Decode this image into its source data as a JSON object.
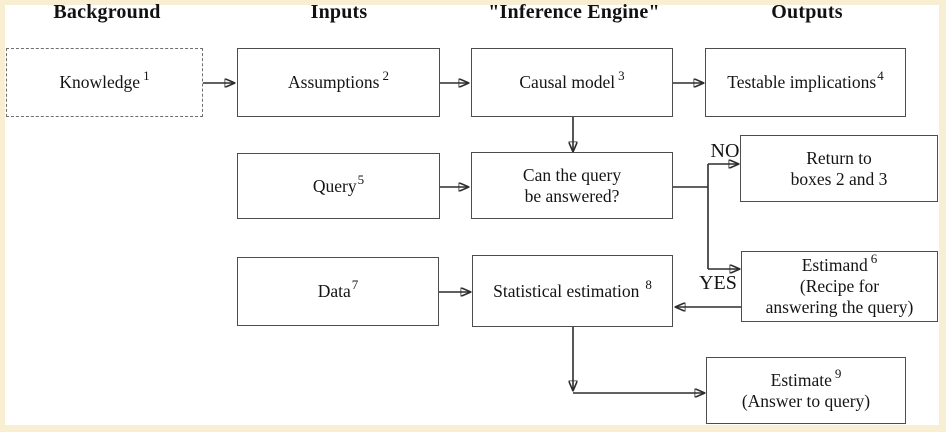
{
  "headers": {
    "background": "Background",
    "inputs": "Inputs",
    "inference_engine": "\"Inference Engine\"",
    "outputs": "Outputs"
  },
  "boxes": {
    "knowledge": {
      "text": "Knowledge",
      "sup": "1"
    },
    "assumptions": {
      "text": "Assumptions",
      "sup": "2"
    },
    "causal_model": {
      "text": "Causal model",
      "sup": "3"
    },
    "testable": {
      "text": "Testable implications",
      "sup": "4"
    },
    "query": {
      "text": "Query",
      "sup": "5"
    },
    "can_query": {
      "line1": "Can the query",
      "line2": "be answered?"
    },
    "return_to": {
      "line1": "Return to",
      "line2": "boxes 2 and 3"
    },
    "data": {
      "text": "Data",
      "sup": "7"
    },
    "stat_est": {
      "text": "Statistical estimation",
      "sup": "8"
    },
    "estimand": {
      "text": "Estimand",
      "sup": "6",
      "line2": "(Recipe for",
      "line3": "answering the query)"
    },
    "estimate": {
      "text": "Estimate",
      "sup": "9",
      "line2": "(Answer to query)"
    }
  },
  "branch_labels": {
    "no": "NO",
    "yes": "YES"
  },
  "colors": {
    "frame": "#f8eed2",
    "canvas": "#ffffff",
    "line": "#2d2d2d",
    "box_border": "#4d4d4d",
    "text": "#141414"
  }
}
